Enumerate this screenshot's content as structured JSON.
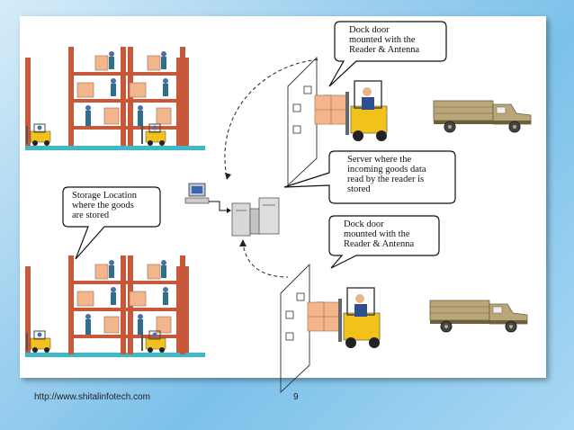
{
  "callouts": {
    "dock_top": [
      "Dock door",
      "mounted with the",
      "Reader & Antenna"
    ],
    "server": [
      "Server where the",
      "incoming goods data",
      "read by the reader is",
      "stored"
    ],
    "dock_bottom": [
      "Dock door",
      "mounted with the",
      "Reader & Antenna"
    ],
    "storage": [
      "Storage Location",
      "where the goods",
      "are stored"
    ]
  },
  "footer": {
    "url": "http://www.shitalinfotech.com",
    "page_number": "9"
  },
  "colors": {
    "rack": "#c8583a",
    "forklift": "#f2c21b",
    "box": "#f2b58c",
    "truck": "#b9a77a",
    "floor": "#3cb8c8"
  }
}
